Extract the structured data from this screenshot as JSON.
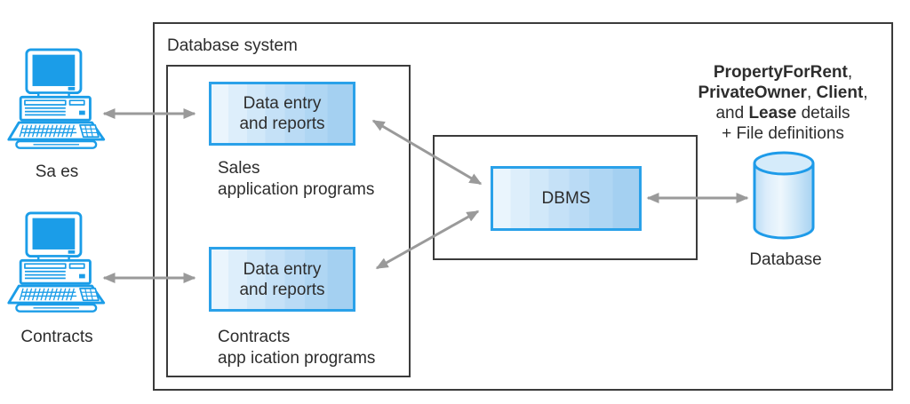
{
  "system": {
    "title": "Database system"
  },
  "users": {
    "sales_label": "Sa es",
    "contracts_label": "Contracts"
  },
  "apps": {
    "sales_box_label": "Data entry\nand reports",
    "sales_caption": "Sales\napplication programs",
    "contracts_box_label": "Data entry\nand reports",
    "contracts_caption": "Contracts\napp ication programs"
  },
  "dbms": {
    "label": "DBMS"
  },
  "database": {
    "label": "Database",
    "annotation": {
      "l1_bold": "PropertyForRent",
      "l1_rest": ",",
      "l2_bold1": "PrivateOwner",
      "l2_mid": ", ",
      "l2_bold2": "Client",
      "l2_rest": ",",
      "l3_pre": "and ",
      "l3_bold": "Lease",
      "l3_post": " details",
      "l4": "+ File definitions"
    }
  },
  "icons": {
    "sales_terminal": "computer-terminal-icon",
    "contracts_terminal": "computer-terminal-icon",
    "database_store": "database-cylinder-icon"
  },
  "colors": {
    "accent_blue": "#1b9de8",
    "blue_box_border": "#2aa1e9",
    "frame_border": "#3b3b3b",
    "arrow_gray": "#9a9a9a",
    "gradient_light": "#eaf5fd",
    "gradient_dark": "#a4d0f1",
    "text": "#2d2d2d"
  }
}
